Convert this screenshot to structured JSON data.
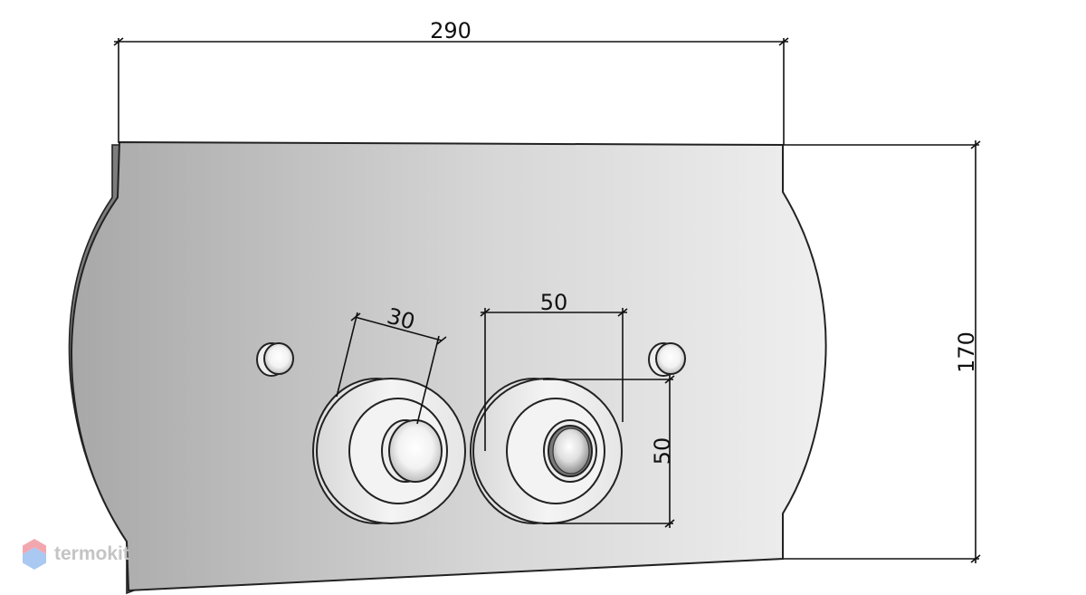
{
  "dimensions": {
    "overall_width": "290",
    "overall_height": "170",
    "button_small_diameter": "30",
    "button_large_width": "50",
    "button_large_height": "50"
  },
  "brand": {
    "name": "termokit",
    "color": "#c9c9c9",
    "logo_colors": [
      "#f0a0a8",
      "#a8c8f0"
    ]
  },
  "colors": {
    "plate_dark": "#a9a9a9",
    "plate_light": "#ececec",
    "outline": "#222222"
  }
}
